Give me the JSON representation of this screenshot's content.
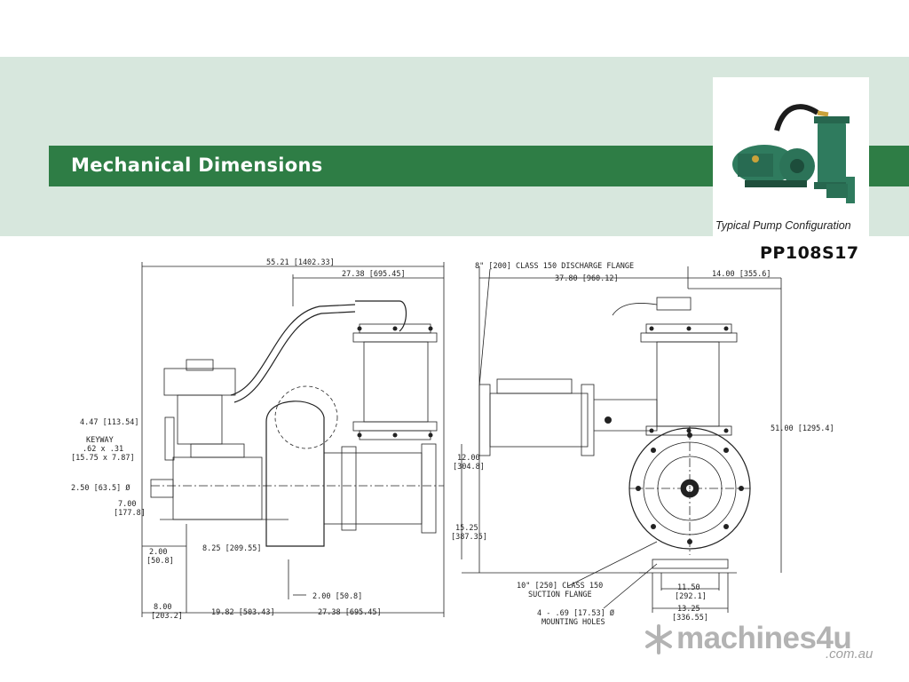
{
  "header": {
    "title": "Mechanical Dimensions",
    "accent_color": "#2e7d45",
    "band_color": "#d7e7dd"
  },
  "photo": {
    "caption": "Typical Pump Configuration",
    "icon": "pump-photo"
  },
  "model": "PP108S17",
  "drawing": {
    "labels": {
      "overall_length": "55.21 [1402.33]",
      "front_to_discharge": "27.38 [695.45]",
      "discharge_flange": "8\" [200] CLASS 150 DISCHARGE FLANGE",
      "side_width": "37.80 [960.12]",
      "side_offset": "14.00 [355.6]",
      "height_total": "51.00 [1295.4]",
      "shaft_height": "4.47 [113.54]",
      "keyway_title": "KEYWAY",
      "keyway_size": ".62 x .31",
      "keyway_metric": "[15.75 x 7.87]",
      "shaft_dia": "2.50 [63.5] Ø",
      "shaft_len": "7.00",
      "shaft_len_metric": "[177.8]",
      "center_height": "12.00",
      "center_height_metric": "[304.8]",
      "base_height": "15.25",
      "base_height_metric": "[387.35]",
      "foot_a": "2.00",
      "foot_a_metric": "[50.8]",
      "base_a": "8.25 [209.55]",
      "base_b": "2.00 [50.8]",
      "end_len": "8.00",
      "end_len_metric": "[203.2]",
      "bottom_mid": "19.82 [503.43]",
      "bottom_right": "27.38 [695.45]",
      "suction_flange": "10\" [250] CLASS 150",
      "suction_flange_2": "SUCTION FLANGE",
      "mount_holes": "4 - .69 [17.53] Ø",
      "mount_holes_2": "MOUNTING HOLES",
      "foot_w": "11.50",
      "foot_w_metric": "[292.1]",
      "foot_o": "13.25",
      "foot_o_metric": "[336.55]"
    }
  },
  "logo": {
    "main": "machines4u",
    "sub": ".com.au",
    "icon": "snowflake-logo-icon"
  }
}
